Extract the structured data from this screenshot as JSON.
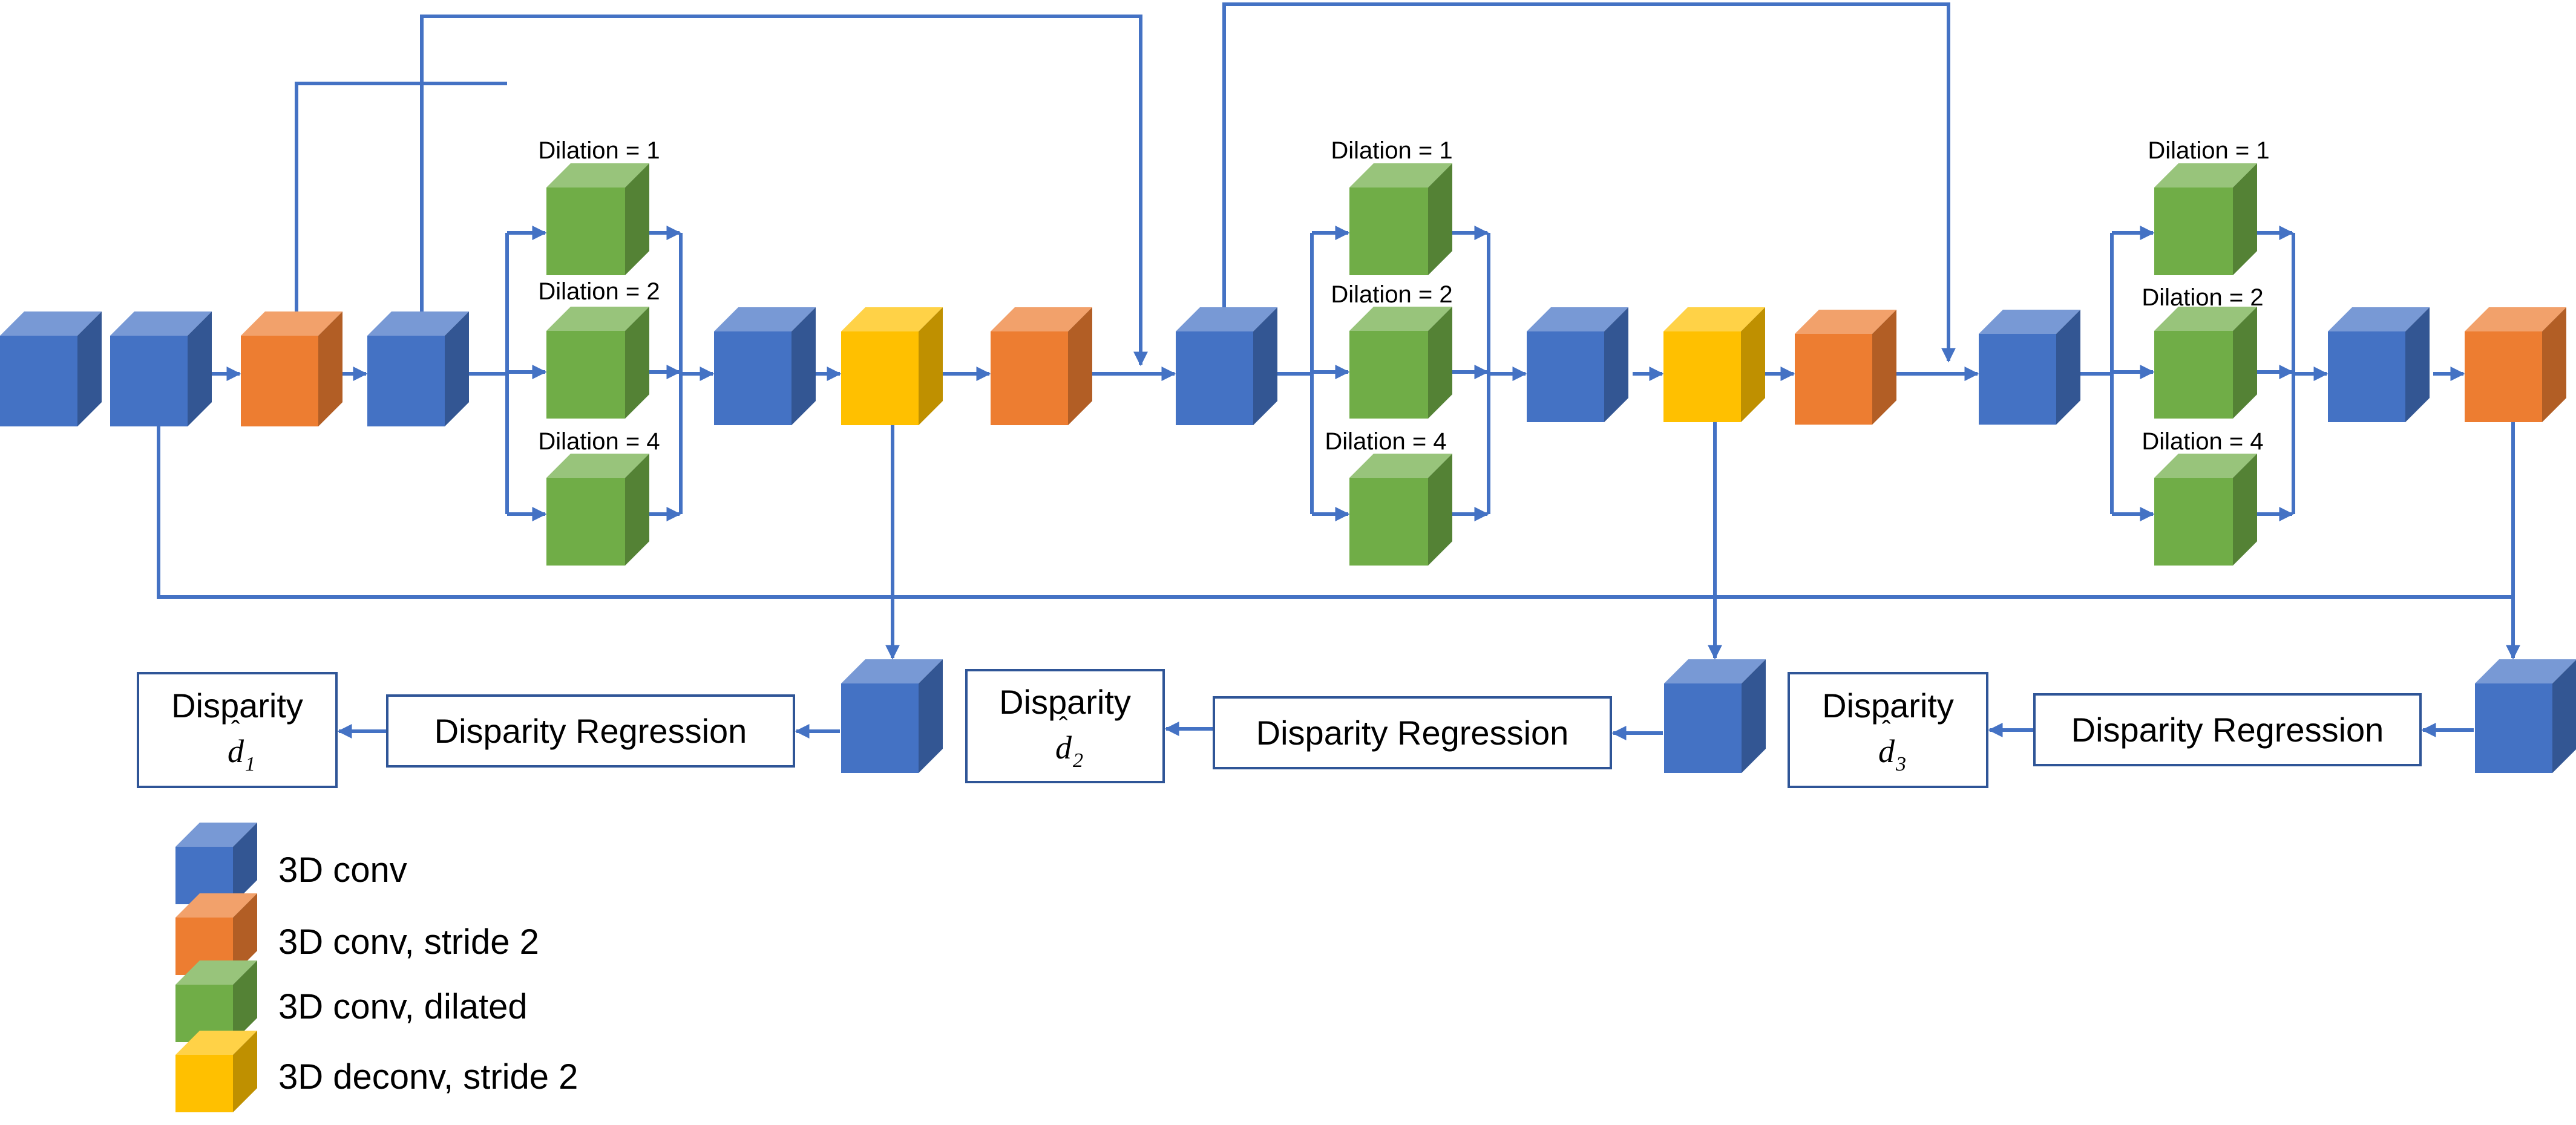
{
  "colors": {
    "conv": "#4472C4",
    "conv_stride2": "#ED7D31",
    "conv_dilated": "#70AD47",
    "deconv_stride2": "#FFC000",
    "arrow": "#4472C4",
    "box_border": "#2F5597"
  },
  "dilation_labels": [
    "Dilation = 1",
    "Dilation = 2",
    "Dilation = 4"
  ],
  "outputs": [
    {
      "regression_label": "Disparity Regression",
      "disparity_label": "Disparity",
      "symbol": "d",
      "subscript": "1"
    },
    {
      "regression_label": "Disparity Regression",
      "disparity_label": "Disparity",
      "symbol": "d",
      "subscript": "2"
    },
    {
      "regression_label": "Disparity Regression",
      "disparity_label": "Disparity",
      "symbol": "d",
      "subscript": "3"
    }
  ],
  "legend": [
    {
      "kind": "conv",
      "label": "3D conv"
    },
    {
      "kind": "conv_stride2",
      "label": "3D conv, stride 2"
    },
    {
      "kind": "conv_dilated",
      "label": "3D conv, dilated"
    },
    {
      "kind": "deconv_stride2",
      "label": "3D deconv, stride 2"
    }
  ]
}
